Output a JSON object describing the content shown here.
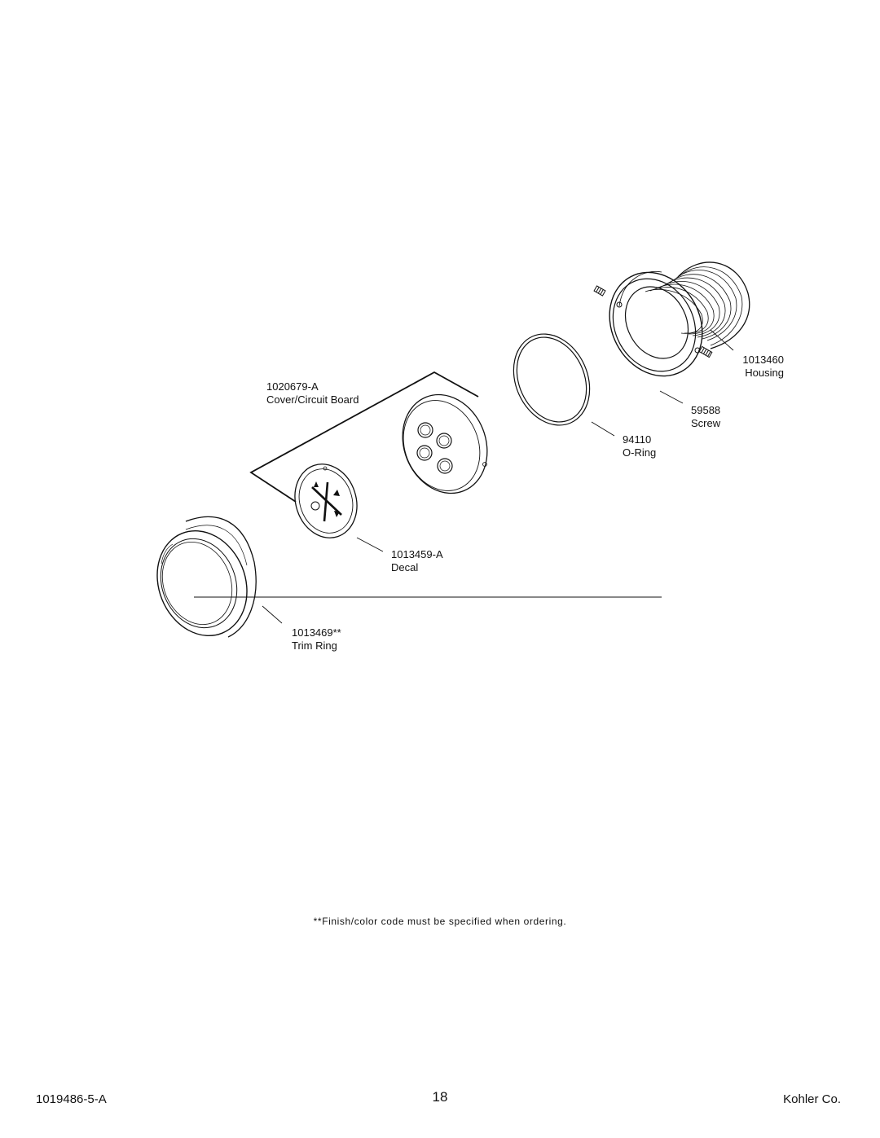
{
  "parts": {
    "housing": {
      "number": "1013460",
      "name": "Housing"
    },
    "screw": {
      "number": "59588",
      "name": "Screw"
    },
    "oring": {
      "number": "94110",
      "name": "O-Ring"
    },
    "cover": {
      "number": "1020679-A",
      "name": "Cover/Circuit Board"
    },
    "decal": {
      "number": "1013459-A",
      "name": "Decal"
    },
    "trim_ring": {
      "number": "1013469**",
      "name": "Trim Ring"
    }
  },
  "note": "**Finish/color code must be specified when ordering.",
  "footer": {
    "doc_number": "1019486-5-A",
    "page_number": "18",
    "company": "Kohler Co."
  }
}
